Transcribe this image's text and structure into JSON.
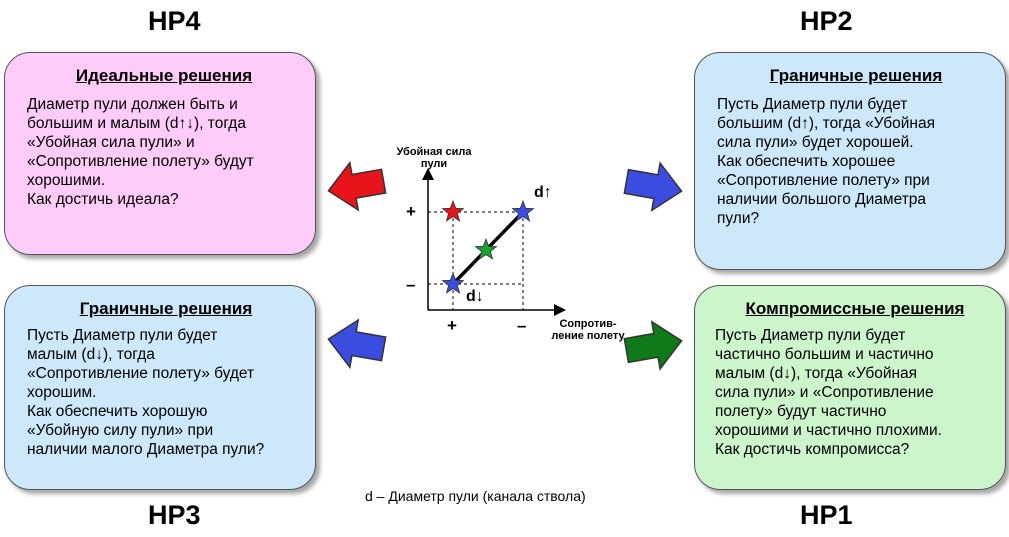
{
  "headings": {
    "hp4": "НР4",
    "hp2": "НР2",
    "hp3": "НР3",
    "hp1": "НР1"
  },
  "boxes": {
    "top_left": {
      "title": "Идеальные решения",
      "body": "Диаметр пули должен быть и\nбольшим и малым (d↑↓), тогда\n«Убойная сила пули» и\n«Сопротивление полету» будут\nхорошими.\nКак достичь идеала?",
      "color": "#ffccf9"
    },
    "top_right": {
      "title": "Граничные решения",
      "body": "Пусть Диаметр пули будет\nбольшим (d↑), тогда «Убойная\nсила пули» будет хорошей.\nКак обеспечить хорошее\n«Сопротивление полету» при\nналичии большого Диаметра\nпули?",
      "color": "#cce8fa"
    },
    "bottom_left": {
      "title": "Граничные решения",
      "body": "Пусть Диаметр пули будет\nмалым (d↓), тогда\n«Сопротивление полету» будет\nхорошим.\nКак обеспечить хорошую\n«Убойную силу пули» при\nналичии малого Диаметра пули?",
      "color": "#cce8fa"
    },
    "bottom_right": {
      "title": "Компромиссные решения",
      "body": "Пусть Диаметр пули будет\nчастично большим и частично\nмалым (d↓), тогда «Убойная\nсила пули» и «Сопротивление\nполету» будут частично\nхорошими и частично плохими.\nКак достичь компромисса?",
      "color": "#ccf5cc"
    }
  },
  "arrows": {
    "top_left_color": "#e8141b",
    "top_right_color": "#3b4ce0",
    "bottom_left_color": "#3b4ce0",
    "bottom_right_color": "#0f7a1a"
  },
  "graph": {
    "y_label": "Убойная сила\nпули",
    "x_label": "Сопротив-\nление полету",
    "y_plus": "+",
    "y_minus": "–",
    "x_plus": "+",
    "x_minus": "–",
    "d_up": "d↑",
    "d_down": "d↓",
    "star_colors": {
      "ideal": "#e8141b",
      "big": "#3b4ce0",
      "small": "#3b4ce0",
      "middle": "#18a030"
    }
  },
  "caption": "d – Диаметр пули (канала ствола)"
}
